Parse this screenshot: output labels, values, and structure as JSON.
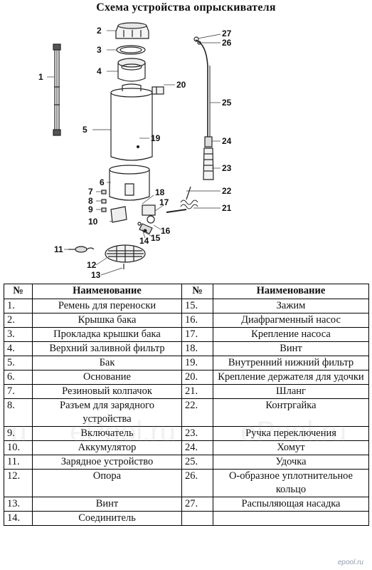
{
  "title": "Схема устройства опрыскивателя",
  "callouts": [
    "1",
    "2",
    "3",
    "4",
    "5",
    "6",
    "7",
    "8",
    "9",
    "10",
    "11",
    "12",
    "13",
    "14",
    "15",
    "16",
    "17",
    "18",
    "19",
    "20",
    "21",
    "22",
    "23",
    "24",
    "25",
    "26",
    "27"
  ],
  "table": {
    "headers": [
      "№",
      "Наименование",
      "№",
      "Наименование"
    ],
    "rows": [
      {
        "n1": "1.",
        "name1": "Ремень для переноски",
        "n2": "15.",
        "name2": "Зажим"
      },
      {
        "n1": "2.",
        "name1": "Крышка бака",
        "n2": "16.",
        "name2": "Диафрагменный насос"
      },
      {
        "n1": "3.",
        "name1": "Прокладка крышки бака",
        "n2": "17.",
        "name2": "Крепление насоса"
      },
      {
        "n1": "4.",
        "name1": "Верхний заливной фильтр",
        "n2": "18.",
        "name2": "Винт"
      },
      {
        "n1": "5.",
        "name1": "Бак",
        "n2": "19.",
        "name2": "Внутренний нижний фильтр"
      },
      {
        "n1": "6.",
        "name1": "Основание",
        "n2": "20.",
        "name2": "Крепление держателя для удочки"
      },
      {
        "n1": "7.",
        "name1": "Резиновый колпачок",
        "n2": "21.",
        "name2": "Шланг"
      },
      {
        "n1": "8.",
        "name1": "Разъем для зарядного устройства",
        "n2": "22.",
        "name2": "Контргайка"
      },
      {
        "n1": "9.",
        "name1": "Включатель",
        "n2": "23.",
        "name2": "Ручка переключения"
      },
      {
        "n1": "10.",
        "name1": "Аккумулятор",
        "n2": "24.",
        "name2": "Хомут"
      },
      {
        "n1": "11.",
        "name1": "Зарядное устройство",
        "n2": "25.",
        "name2": "Удочка"
      },
      {
        "n1": "12.",
        "name1": "Опора",
        "n2": "26.",
        "name2": "О-образное уплотнительное кольцо"
      },
      {
        "n1": "13.",
        "name1": "Винт",
        "n2": "27.",
        "name2": "Распыляющая насадка"
      },
      {
        "n1": "14.",
        "name1": "Соединитель",
        "n2": "",
        "name2": ""
      }
    ]
  },
  "watermarks": [
    "ePool.ru",
    "ePool.ru",
    "ePool.ru",
    "ru"
  ],
  "corner_mark": "epool.ru"
}
